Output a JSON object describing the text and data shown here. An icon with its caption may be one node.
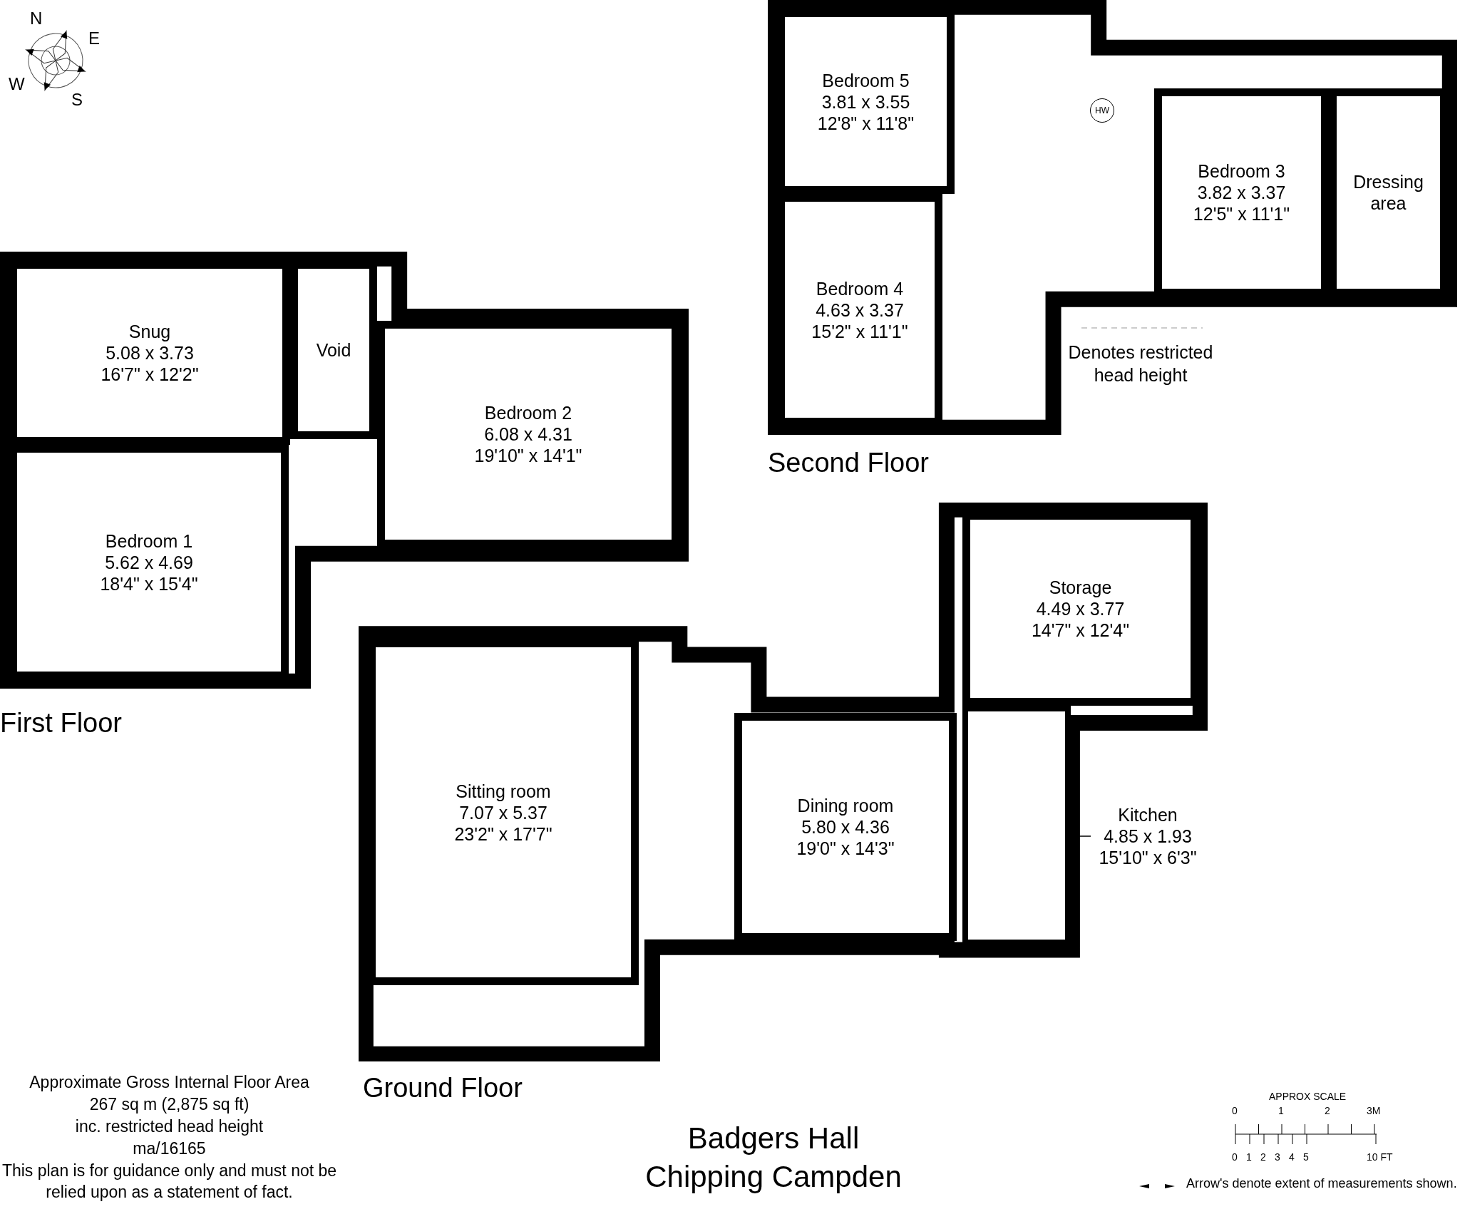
{
  "diagram": {
    "title": "Badgers Hall Chipping Campden",
    "nodes": [
      {
        "text": [
          "First Floor"
        ]
      },
      {
        "text": [
          "Snug",
          "5.08 x 3.73",
          "16'7\" x 12'2\""
        ],
        "in": 0
      },
      {
        "text": [
          "Void"
        ],
        "in": 0
      },
      {
        "text": [
          "Bedroom 2",
          "6.08 x 4.31",
          "19'10\" x 14'1\""
        ],
        "in": 0
      },
      {
        "text": [
          "Bedroom 1",
          "5.62 x 4.69",
          "18'4\" x 15'4\""
        ],
        "in": 0
      },
      {
        "text": [
          "Second Floor"
        ]
      },
      {
        "text": [
          "Bedroom 5",
          "3.81 x 3.55",
          "12'8\" x 11'8\""
        ],
        "in": 5
      },
      {
        "text": [
          "HW"
        ],
        "in": 5
      },
      {
        "text": [
          "Bedroom 3",
          "3.82 x 3.37",
          "12'5\" x 11'1\""
        ],
        "in": 5
      },
      {
        "text": [
          "Dressing area"
        ],
        "in": 5
      },
      {
        "text": [
          "Bedroom 4",
          "4.63 x 3.37",
          "15'2\" x 11'1\""
        ],
        "in": 5
      },
      {
        "text": [
          "Ground Floor"
        ]
      },
      {
        "text": [
          "Sitting room",
          "7.07 x 5.37",
          "23'2\" x 17'7\""
        ],
        "in": 11
      },
      {
        "text": [
          "Dining room",
          "5.80 x 4.36",
          "19'0\" x 14'3\""
        ],
        "in": 11
      },
      {
        "text": [
          "Storage",
          "4.49 x 3.77",
          "14'7\" x 12'4\""
        ],
        "in": 11
      },
      {
        "text": [],
        "shape": "box",
        "in": 11
      },
      {
        "text": [
          "Kitchen",
          "4.85 x 1.93",
          "15'10\" x 6'3\""
        ]
      }
    ],
    "edges": [
      {
        "from": 16,
        "to": 15,
        "arrow": "none"
      }
    ],
    "labels": [
      "N",
      "E",
      "W",
      "S",
      "Approximate Gross Internal Floor Area",
      "267 sq m (2,875 sq ft)",
      "inc. restricted head height",
      "ma/16165",
      "This plan is for guidance only and must not be relied upon as a statement of fact.",
      "APPROX SCALE",
      "0",
      "1",
      "2",
      "3M",
      "0",
      "1",
      "2",
      "3",
      "4",
      "5",
      "10 FT"
    ],
    "legend": [
      {
        "text": "Denotes restricted head height"
      },
      {
        "text": "Arrow's denote extent of measurements shown."
      }
    ]
  }
}
